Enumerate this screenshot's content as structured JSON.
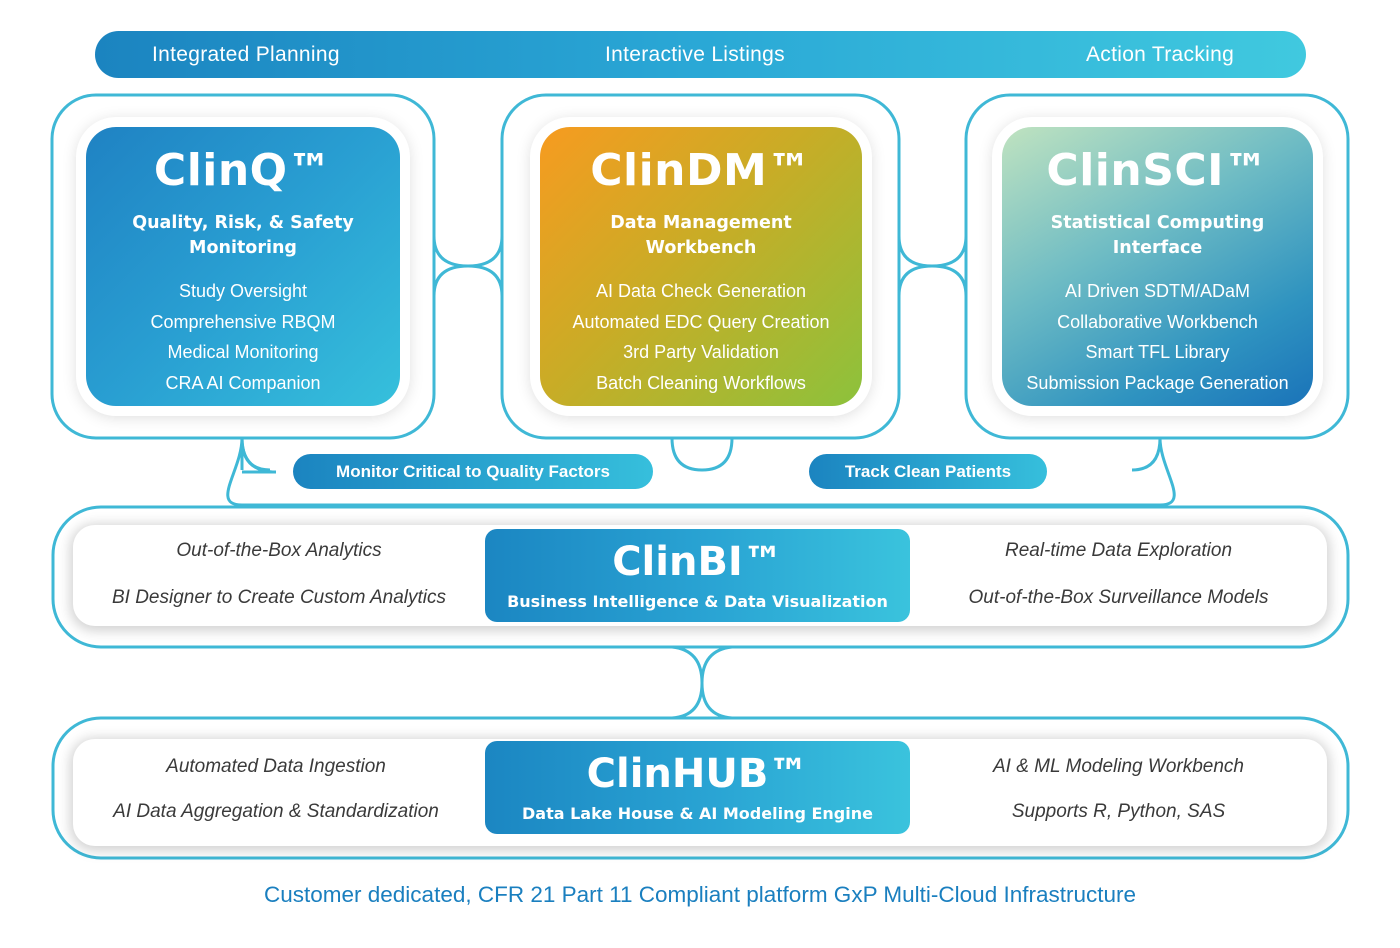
{
  "top_banner": {
    "left": "Integrated Planning",
    "center": "Interactive Listings",
    "right": "Action Tracking"
  },
  "colors": {
    "outline": "#3fb8d6",
    "blue_start": "#1b84c0",
    "cyan_end": "#40c9df",
    "orange": "#f79b20",
    "green": "#8cc23c",
    "footer_text": "#1a7fbf"
  },
  "products": {
    "clinq": {
      "title": "ClinQ™",
      "subtitle_1": "Quality, Risk, & Safety",
      "subtitle_2": "Monitoring",
      "features": [
        "Study Oversight",
        "Comprehensive RBQM",
        "Medical Monitoring",
        "CRA AI Companion"
      ]
    },
    "clindm": {
      "title": "ClinDM™",
      "subtitle_1": "Data Management",
      "subtitle_2": "Workbench",
      "features": [
        "AI Data Check Generation",
        "Automated EDC Query Creation",
        "3rd Party Validation",
        "Batch Cleaning Workflows"
      ]
    },
    "clinsci": {
      "title": "ClinSCI™",
      "subtitle_1": "Statistical Computing",
      "subtitle_2": "Interface",
      "features": [
        "AI Driven SDTM/ADaM",
        "Collaborative Workbench",
        "Smart TFL Library",
        "Submission Package Generation"
      ]
    }
  },
  "pills": {
    "ctq": "Monitor Critical to Quality Factors",
    "track": "Track Clean Patients"
  },
  "clinbi": {
    "title": "ClinBI™",
    "subtitle": "Business Intelligence & Data Visualization",
    "left": [
      "Out-of-the-Box Analytics",
      "BI Designer to Create Custom Analytics"
    ],
    "right": [
      "Real-time Data Exploration",
      "Out-of-the-Box Surveillance Models"
    ]
  },
  "clinhub": {
    "title": "ClinHUB™",
    "subtitle": "Data Lake House & AI Modeling Engine",
    "left": [
      "Automated Data Ingestion",
      "AI Data Aggregation & Standardization"
    ],
    "right": [
      "AI & ML Modeling Workbench",
      "Supports R, Python, SAS"
    ]
  },
  "footer": "Customer dedicated, CFR 21 Part 11 Compliant platform GxP Multi-Cloud Infrastructure"
}
